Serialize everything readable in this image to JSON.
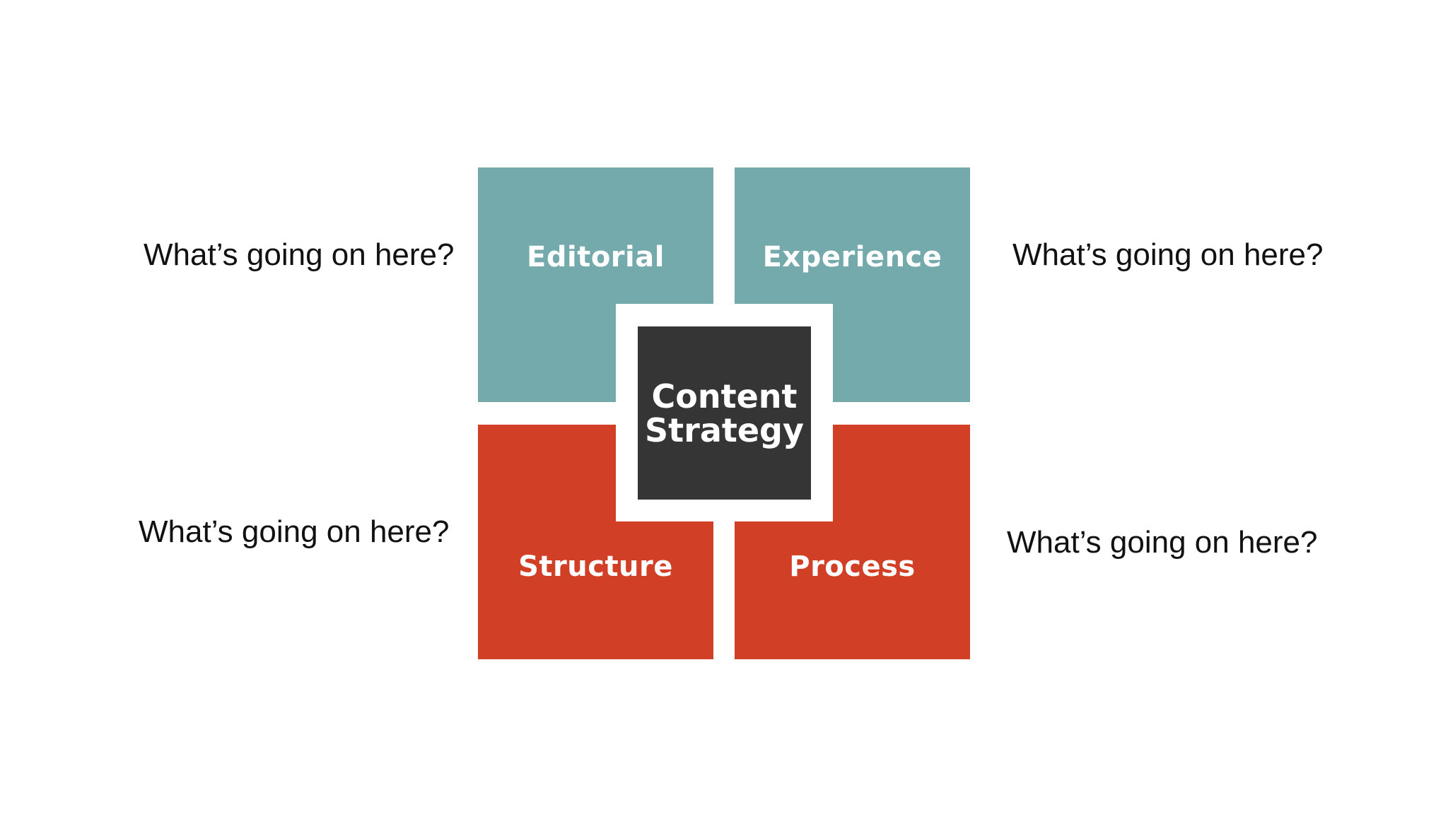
{
  "diagram": {
    "quadrants": [
      {
        "label": "Editorial",
        "color": "#74aaab"
      },
      {
        "label": "Experience",
        "color": "#74aaab"
      },
      {
        "label": "Structure",
        "color": "#d13f27"
      },
      {
        "label": "Process",
        "color": "#d13f27"
      }
    ],
    "center": {
      "line1": "Content",
      "line2": "Strategy",
      "color": "#353535"
    },
    "questions": [
      "What’s going on here?",
      "What’s going on here?",
      "What’s going on here?",
      "What’s going on here?"
    ]
  }
}
